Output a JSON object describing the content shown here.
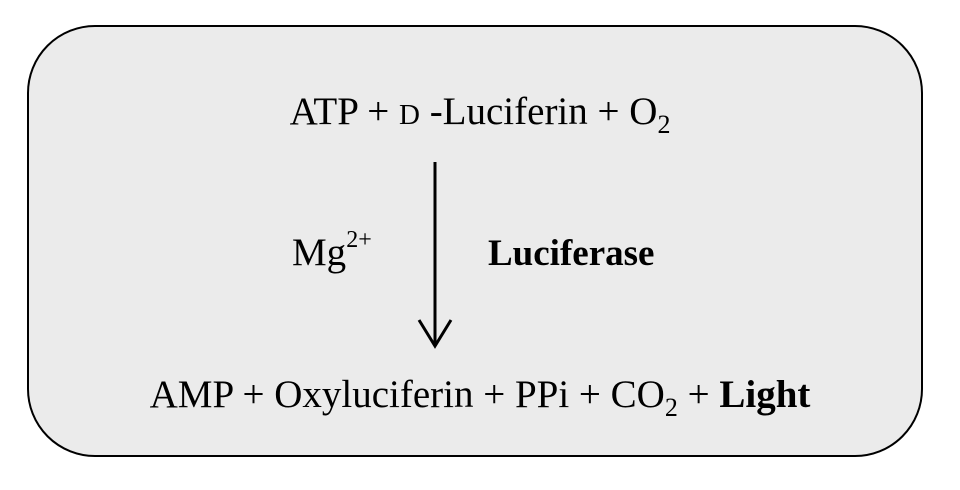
{
  "reactants": {
    "atp": "ATP",
    "plus1": " + ",
    "d_prefix": "D",
    "luciferin": " -Luciferin + O",
    "o2_subscript": "2"
  },
  "conditions": {
    "cofactor": "Mg",
    "cofactor_charge": "2+",
    "enzyme": "Luciferase"
  },
  "products": {
    "text": "AMP + Oxyluciferin + PPi + CO",
    "co2_subscript": "2",
    "plus": " + ",
    "light": "Light"
  },
  "colors": {
    "panel_fill": "#ebebeb",
    "stroke": "#000000",
    "text": "#000000"
  },
  "icons": {
    "reaction_arrow": "arrow-down-icon"
  }
}
